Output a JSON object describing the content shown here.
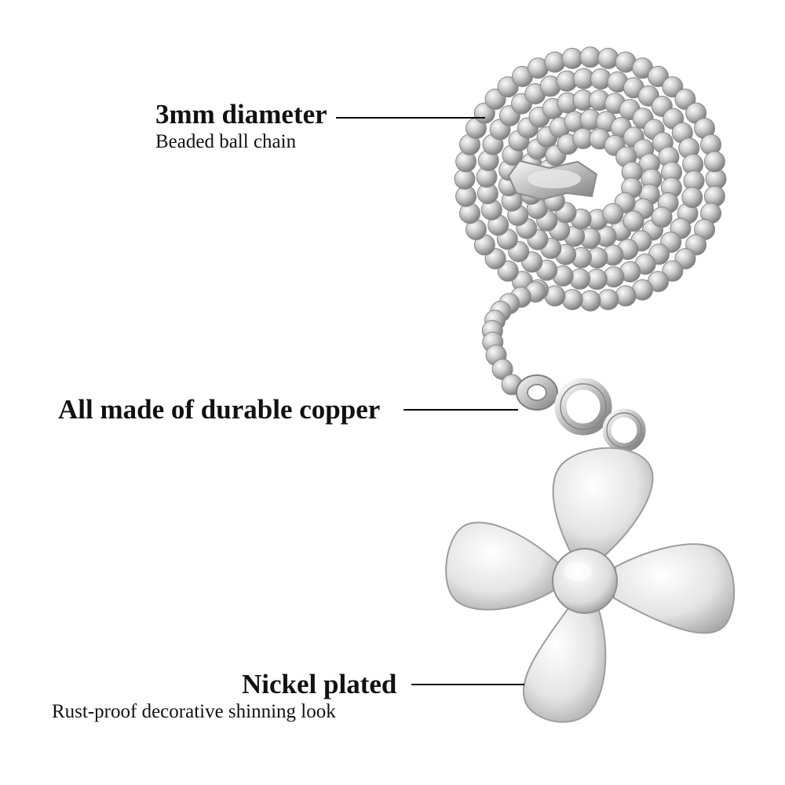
{
  "callouts": [
    {
      "title": "3mm diameter",
      "subtitle": "Beaded ball chain"
    },
    {
      "title": "All made of durable copper"
    },
    {
      "title": "Nickel plated",
      "subtitle": "Rust-proof decorative shinning look"
    }
  ],
  "colors": {
    "background": "#ffffff",
    "text": "#111111",
    "leader_line": "#000000",
    "metal_light": "#f4f4f4",
    "metal_mid": "#c4c4c4",
    "metal_dark": "#858585"
  }
}
